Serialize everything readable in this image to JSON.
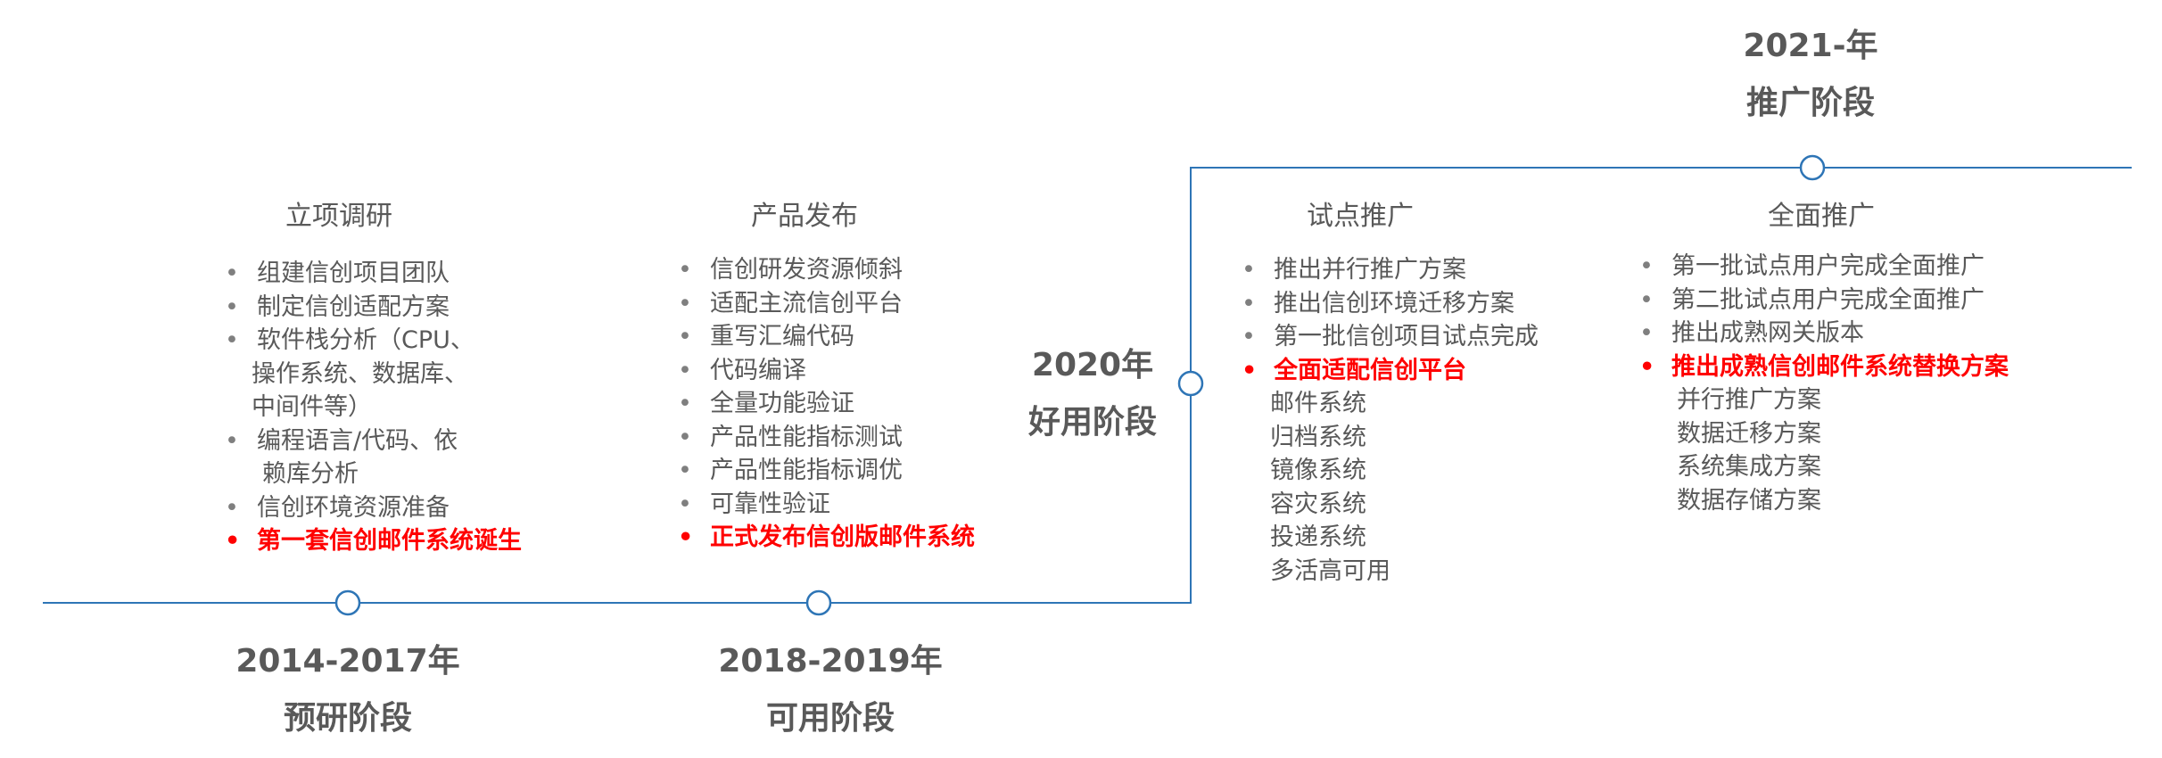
{
  "stages": [
    {
      "year": "2014-2017年",
      "phase": "预研阶段"
    },
    {
      "year": "2018-2019年",
      "phase": "可用阶段"
    },
    {
      "year": "2020年",
      "phase": "好用阶段"
    },
    {
      "year": "2021-年",
      "phase": "推广阶段"
    }
  ],
  "columns": [
    {
      "title": "立项调研",
      "items": [
        {
          "text": "组建信创项目团队"
        },
        {
          "text": "制定信创适配方案"
        },
        {
          "lines": [
            "软件栈分析（CPU、",
            "操作系统、数据库、",
            "中间件等）"
          ]
        },
        {
          "lines": [
            "编程语言/代码、依",
            "赖库分析"
          ]
        },
        {
          "text": "信创环境资源准备"
        },
        {
          "text": "第一套信创邮件系统诞生",
          "highlight": true
        }
      ]
    },
    {
      "title": "产品发布",
      "items": [
        {
          "text": "信创研发资源倾斜"
        },
        {
          "text": "适配主流信创平台"
        },
        {
          "text": "重写汇编代码"
        },
        {
          "text": "代码编译"
        },
        {
          "text": "全量功能验证"
        },
        {
          "text": "产品性能指标测试"
        },
        {
          "text": "产品性能指标调优"
        },
        {
          "text": "可靠性验证"
        },
        {
          "text": "正式发布信创版邮件系统",
          "highlight": true
        }
      ]
    },
    {
      "title": "试点推广",
      "items": [
        {
          "text": "推出并行推广方案"
        },
        {
          "text": "推出信创环境迁移方案"
        },
        {
          "text": "第一批信创项目试点完成"
        },
        {
          "text": "全面适配信创平台",
          "highlight": true
        },
        {
          "text": "邮件系统",
          "sub": true
        },
        {
          "text": "归档系统",
          "sub": true
        },
        {
          "text": "镜像系统",
          "sub": true
        },
        {
          "text": "容灾系统",
          "sub": true
        },
        {
          "text": "投递系统",
          "sub": true
        },
        {
          "text": "多活高可用",
          "sub": true
        }
      ]
    },
    {
      "title": "全面推广",
      "items": [
        {
          "text": "第一批试点用户完成全面推广"
        },
        {
          "text": "第二批试点用户完成全面推广"
        },
        {
          "text": "推出成熟网关版本"
        },
        {
          "text": "推出成熟信创邮件系统替换方案",
          "highlight": true
        },
        {
          "text": "并行推广方案",
          "sub": true
        },
        {
          "text": "数据迁移方案",
          "sub": true
        },
        {
          "text": "系统集成方案",
          "sub": true
        },
        {
          "text": "数据存储方案",
          "sub": true
        }
      ]
    }
  ],
  "colors": {
    "line": "#2e75b6",
    "text": "#595959",
    "highlight": "#ff0000"
  }
}
